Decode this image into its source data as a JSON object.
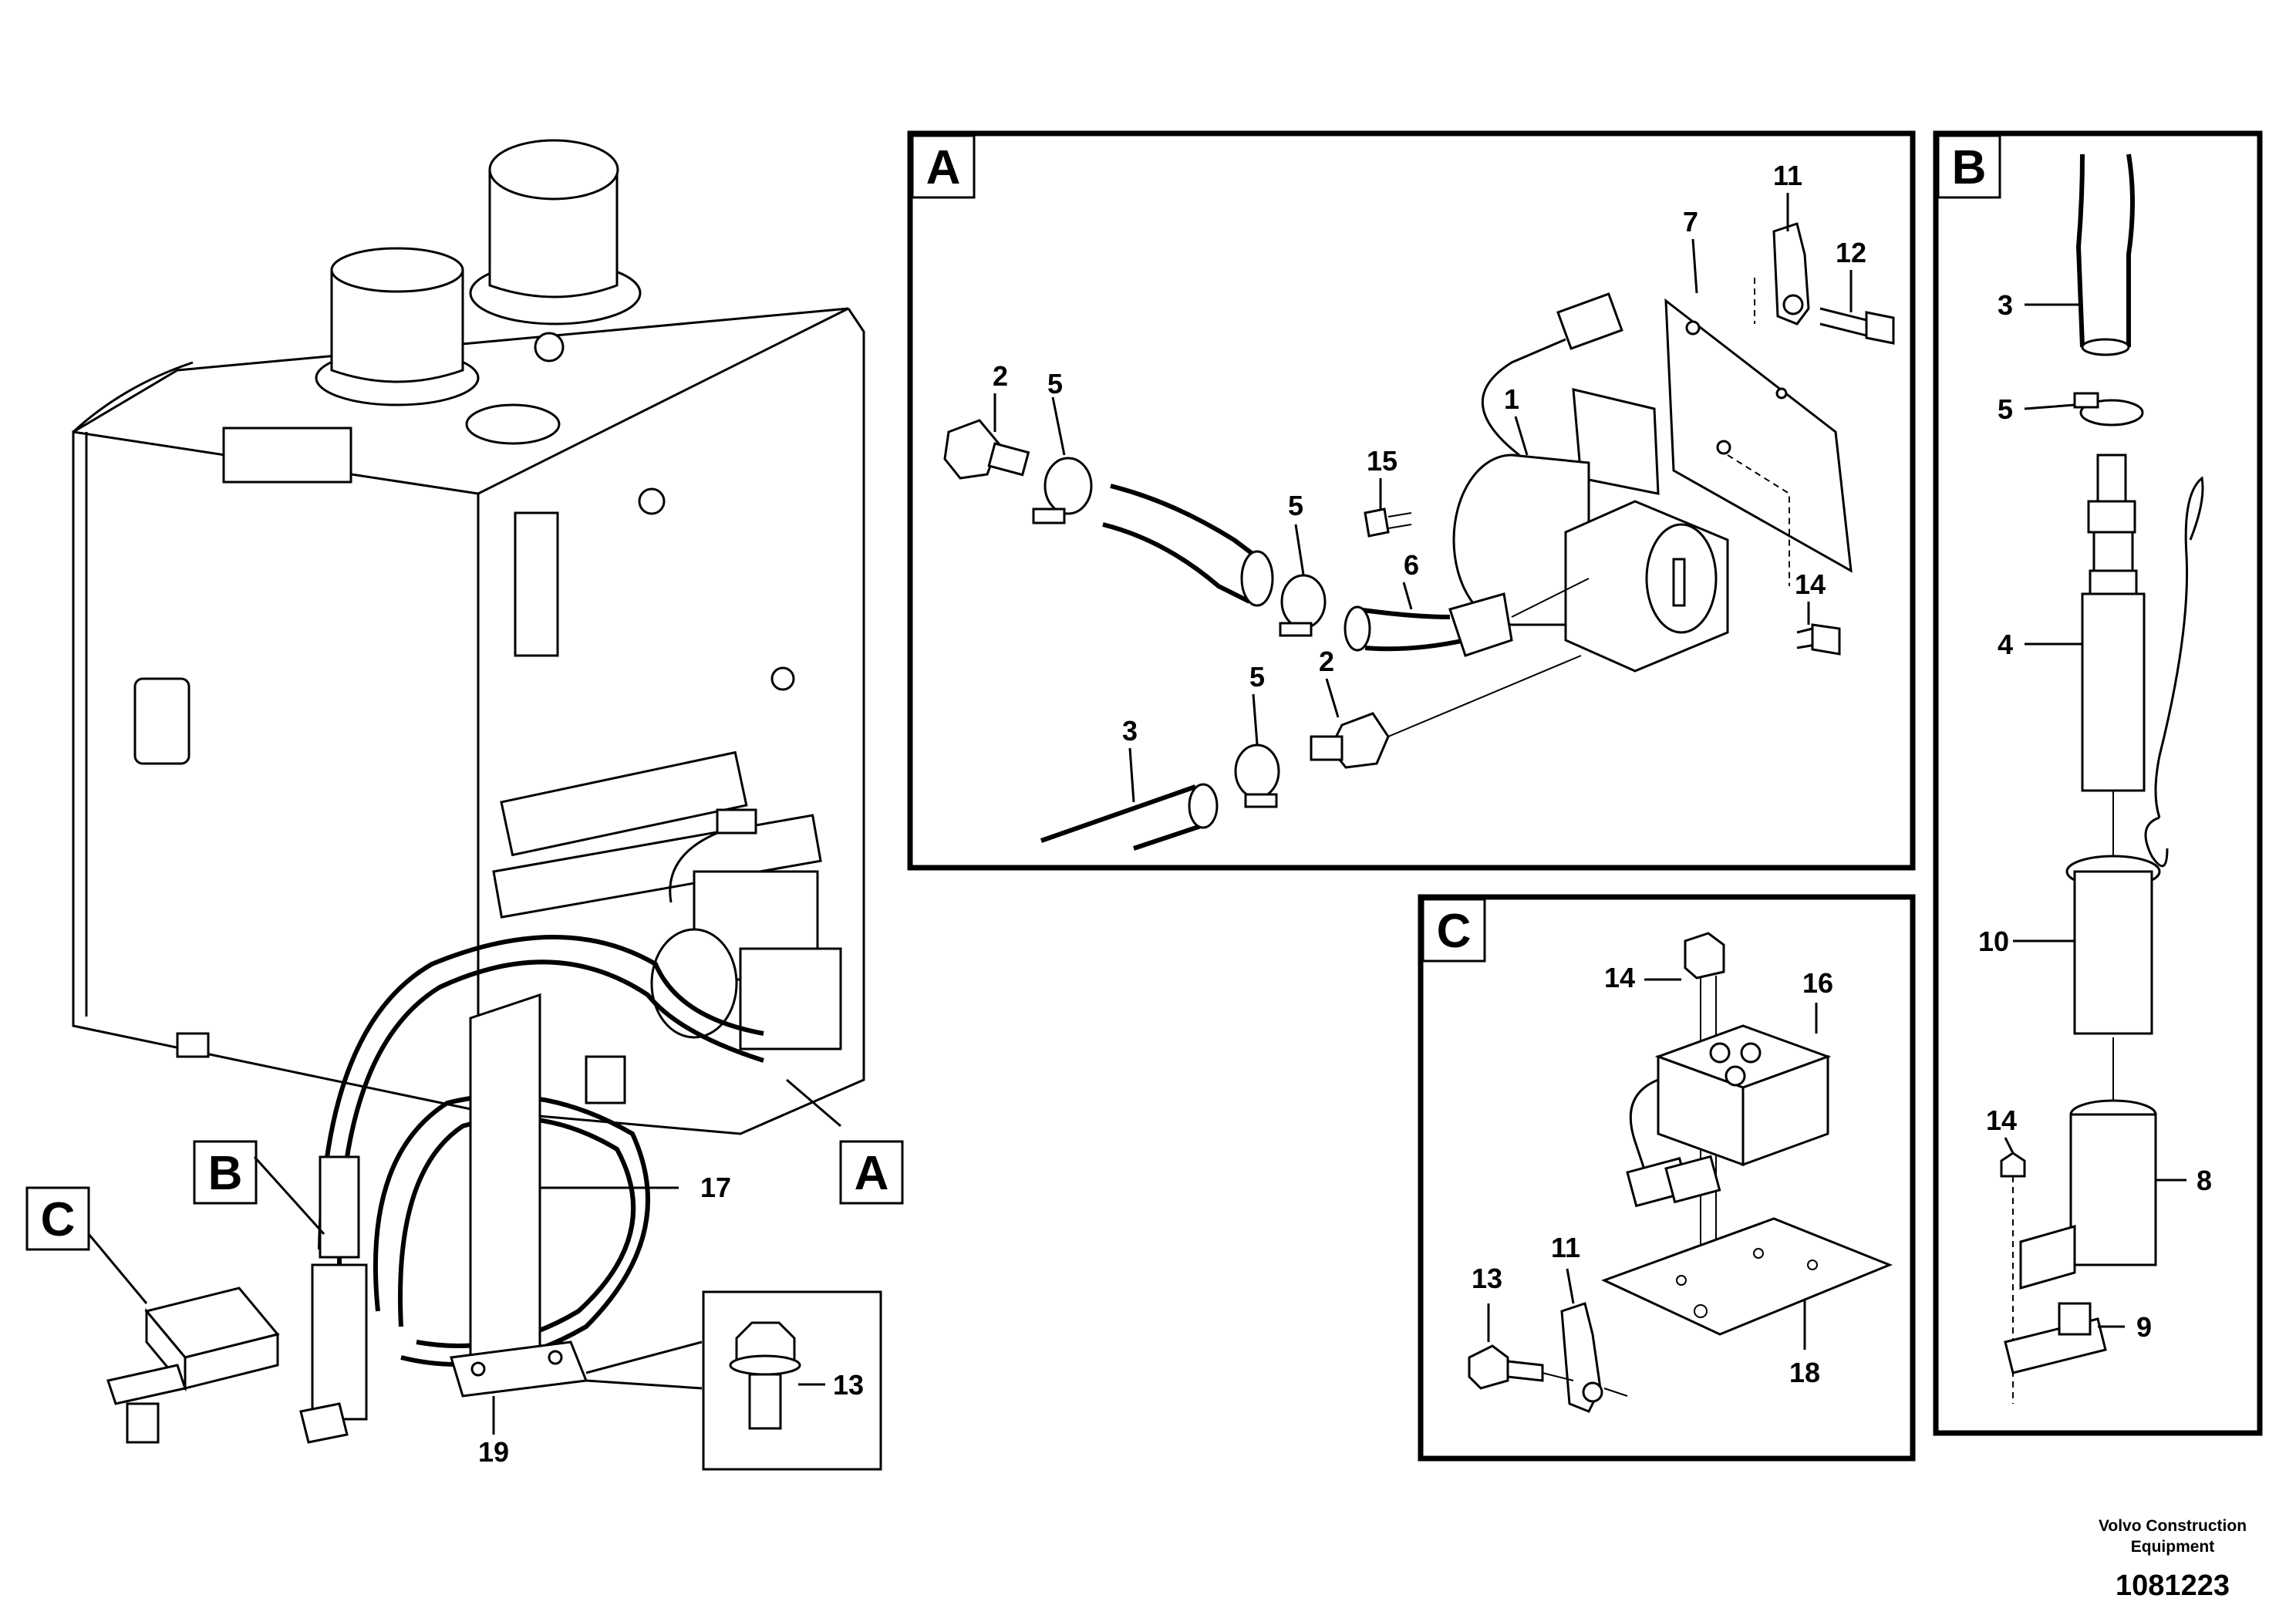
{
  "views": {
    "A": "A",
    "B": "B",
    "C": "C"
  },
  "main_callouts": {
    "c17": "17",
    "c13": "13",
    "c19": "19"
  },
  "detail_a_callouts": {
    "c1": "1",
    "c2_top": "2",
    "c2_bottom": "2",
    "c3": "3",
    "c5_left": "5",
    "c5_mid": "5",
    "c5_bottom": "5",
    "c6": "6",
    "c7": "7",
    "c11": "11",
    "c12": "12",
    "c14": "14",
    "c15": "15"
  },
  "detail_b_callouts": {
    "c3": "3",
    "c5": "5",
    "c4": "4",
    "c10": "10",
    "c14": "14",
    "c8": "8",
    "c9": "9"
  },
  "detail_c_callouts": {
    "c14": "14",
    "c16": "16",
    "c13": "13",
    "c11": "11",
    "c18": "18"
  },
  "footer": {
    "company_line1": "Volvo Construction",
    "company_line2": "Equipment",
    "figure_number": "1081223"
  }
}
